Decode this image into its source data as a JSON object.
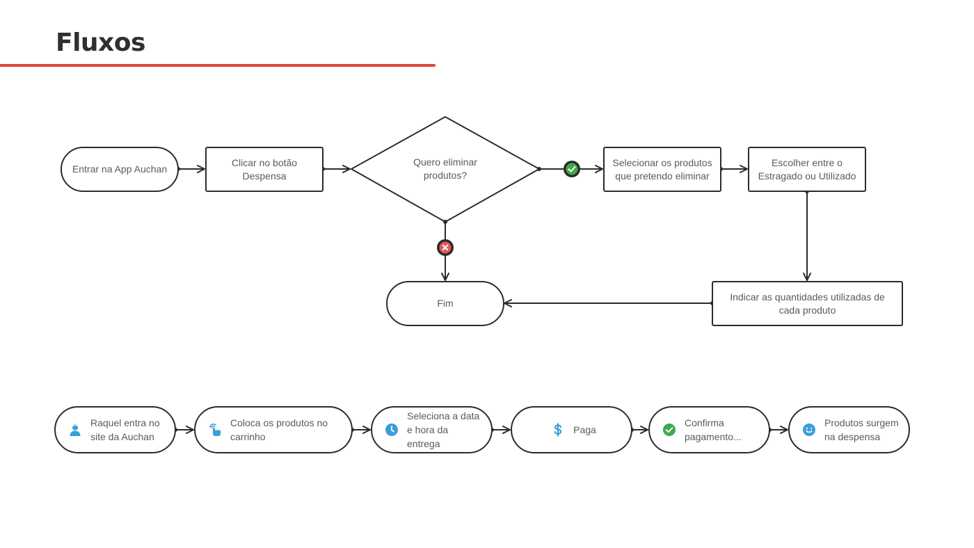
{
  "title": "Fluxos",
  "colors": {
    "accent": "#d9483b",
    "yes": "#3cab4b",
    "no": "#e05a5a",
    "icon": "#3a9fd8",
    "stroke": "#2b2b2b"
  },
  "flow1": {
    "start": "Entrar na App Auchan",
    "click_button": "Clicar no botão Despensa",
    "decision": "Quero eliminar produtos?",
    "select_products": "Selecionar os produtos que pretendo eliminar",
    "choose": "Escolher entre o Estragado ou Utilizado",
    "indicate": "Indicar as quantidades utilizadas de cada produto",
    "end": "Fim",
    "yes_icon": "check-icon",
    "no_icon": "x-icon"
  },
  "flow2": {
    "steps": [
      {
        "icon": "person-icon",
        "label": "Raquel entra no site da Auchan"
      },
      {
        "icon": "touch-icon",
        "label": "Coloca os produtos no carrinho"
      },
      {
        "icon": "clock-icon",
        "label": "Seleciona a data e hora da entrega"
      },
      {
        "icon": "dollar-icon",
        "label": "Paga"
      },
      {
        "icon": "check-circle-icon",
        "label": "Confirma pagamento..."
      },
      {
        "icon": "smile-icon",
        "label": "Produtos surgem na despensa"
      }
    ]
  }
}
